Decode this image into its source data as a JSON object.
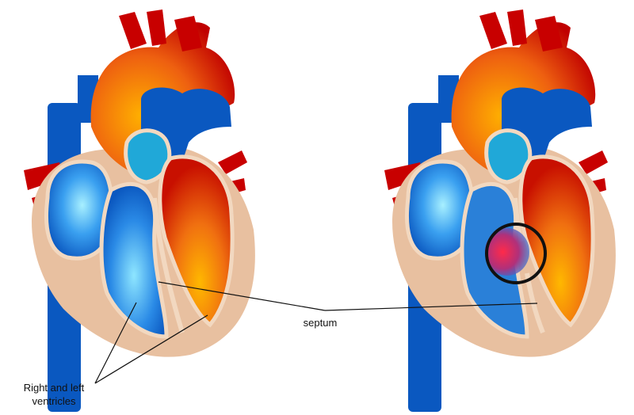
{
  "labels": {
    "septum": "septum",
    "ventricles_line1": "Right and left",
    "ventricles_line2": "ventricles"
  },
  "colors": {
    "muscle": "#e8c0a0",
    "blue_dark": "#0a58c0",
    "blue_light": "#8ee8ff",
    "red_dark": "#c80000",
    "orange": "#ff9a00",
    "defect_ring": "#111111"
  },
  "icons": [
    "normal-heart-diagram",
    "vsd-heart-diagram"
  ]
}
